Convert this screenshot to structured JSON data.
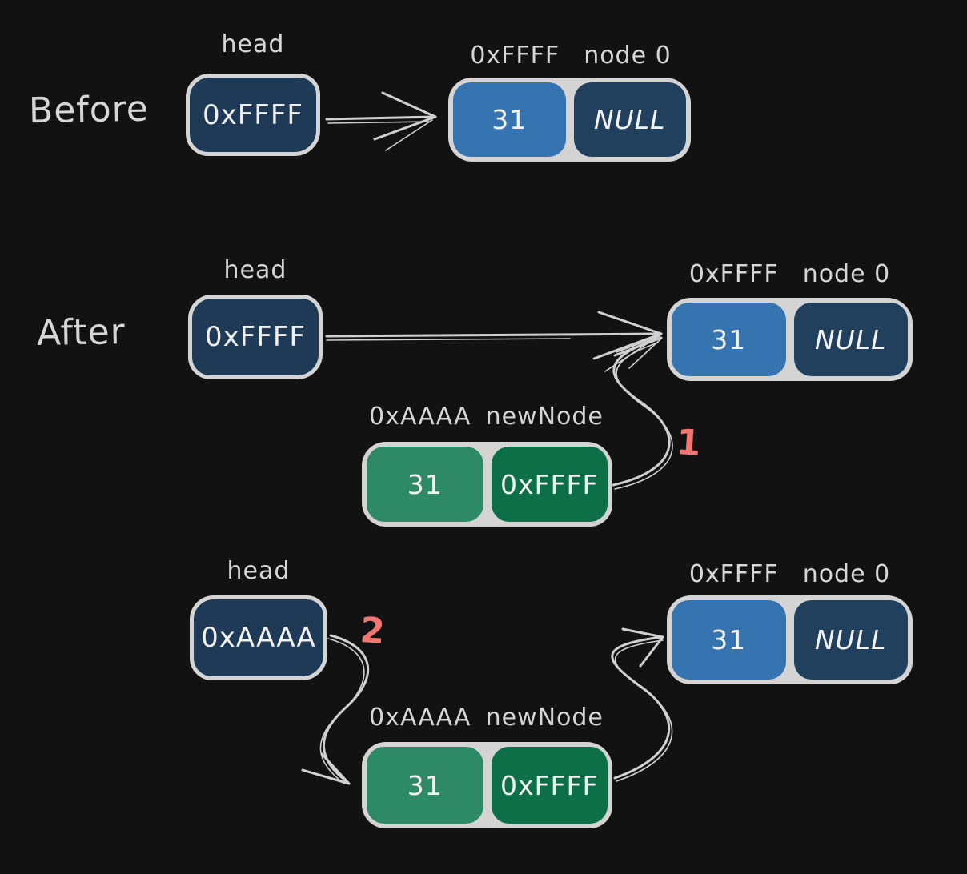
{
  "colors": {
    "background": "#121212",
    "stroke_gray": "#d4d4d4",
    "navy_box": "#1e3a57",
    "navy_cell": "#21405e",
    "blue_cell": "#3573b1",
    "green_light_cell": "#2e8a66",
    "green_dark_cell": "#0c6f47",
    "step_red": "#f07672"
  },
  "before": {
    "section_label": "Before",
    "head": {
      "label": "head",
      "value": "0xFFFF"
    },
    "node0": {
      "addr": "0xFFFF",
      "name": "node 0",
      "data": "31",
      "next": "NULL"
    }
  },
  "after": {
    "section_label": "After",
    "row1": {
      "head": {
        "label": "head",
        "value": "0xFFFF"
      },
      "node0": {
        "addr": "0xFFFF",
        "name": "node 0",
        "data": "31",
        "next": "NULL"
      },
      "newnode": {
        "addr": "0xAAAA",
        "name": "newNode",
        "data": "31",
        "next": "0xFFFF"
      },
      "step": "1"
    },
    "row2": {
      "head": {
        "label": "head",
        "value": "0xAAAA"
      },
      "node0": {
        "addr": "0xFFFF",
        "name": "node 0",
        "data": "31",
        "next": "NULL"
      },
      "newnode": {
        "addr": "0xAAAA",
        "name": "newNode",
        "data": "31",
        "next": "0xFFFF"
      },
      "step": "2"
    }
  }
}
